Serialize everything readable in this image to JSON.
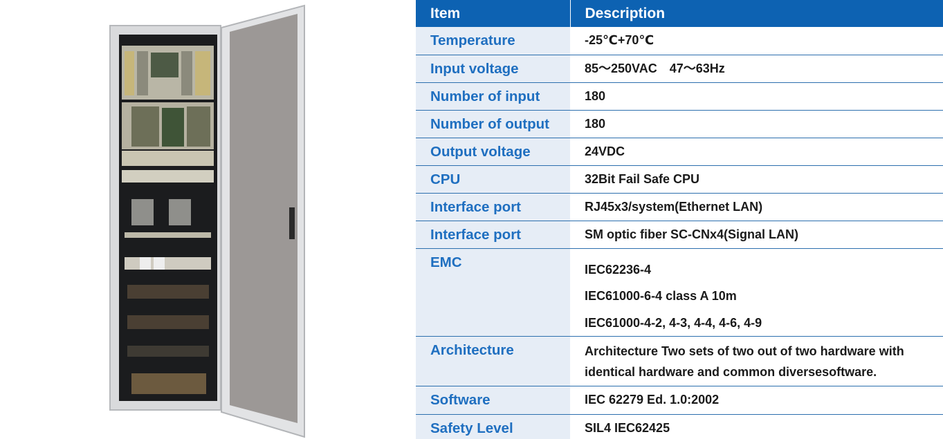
{
  "table": {
    "header": {
      "item": "Item",
      "description": "Description"
    },
    "rows": [
      {
        "item": "Temperature",
        "desc": [
          "-25℃+70℃"
        ]
      },
      {
        "item": "Input voltage",
        "desc": [
          "85～250VAC　47～63Hz"
        ]
      },
      {
        "item": "Number of input",
        "desc": [
          "180"
        ]
      },
      {
        "item": "Number of output",
        "desc": [
          "180"
        ]
      },
      {
        "item": "Output voltage",
        "desc": [
          "24VDC"
        ]
      },
      {
        "item": "CPU",
        "desc": [
          "32Bit Fail Safe CPU"
        ]
      },
      {
        "item": "Interface port",
        "desc": [
          "RJ45x3/system(Ethernet LAN)"
        ]
      },
      {
        "item": "Interface port",
        "desc": [
          "SM optic fiber SC-CNx4(Signal LAN)"
        ]
      },
      {
        "item": "EMC",
        "desc": [
          "IEC62236-4",
          "IEC61000-6-4 class A 10m",
          "IEC61000-4-2, 4-3, 4-4, 4-6, 4-9"
        ]
      },
      {
        "item": "Architecture",
        "desc": [
          "Architecture Two sets of two out of two hardware with identical hardware and common diversesoftware."
        ]
      },
      {
        "item": "Software",
        "desc": [
          "IEC 62279 Ed. 1.0:2002"
        ]
      },
      {
        "item": "Safety Level",
        "desc": [
          "SIL4 IEC62425"
        ]
      }
    ]
  },
  "colors": {
    "header_bg": "#0d62b2",
    "item_text": "#1f6fc0",
    "item_bg": "#e6edf6",
    "rule": "#2c6fae"
  }
}
